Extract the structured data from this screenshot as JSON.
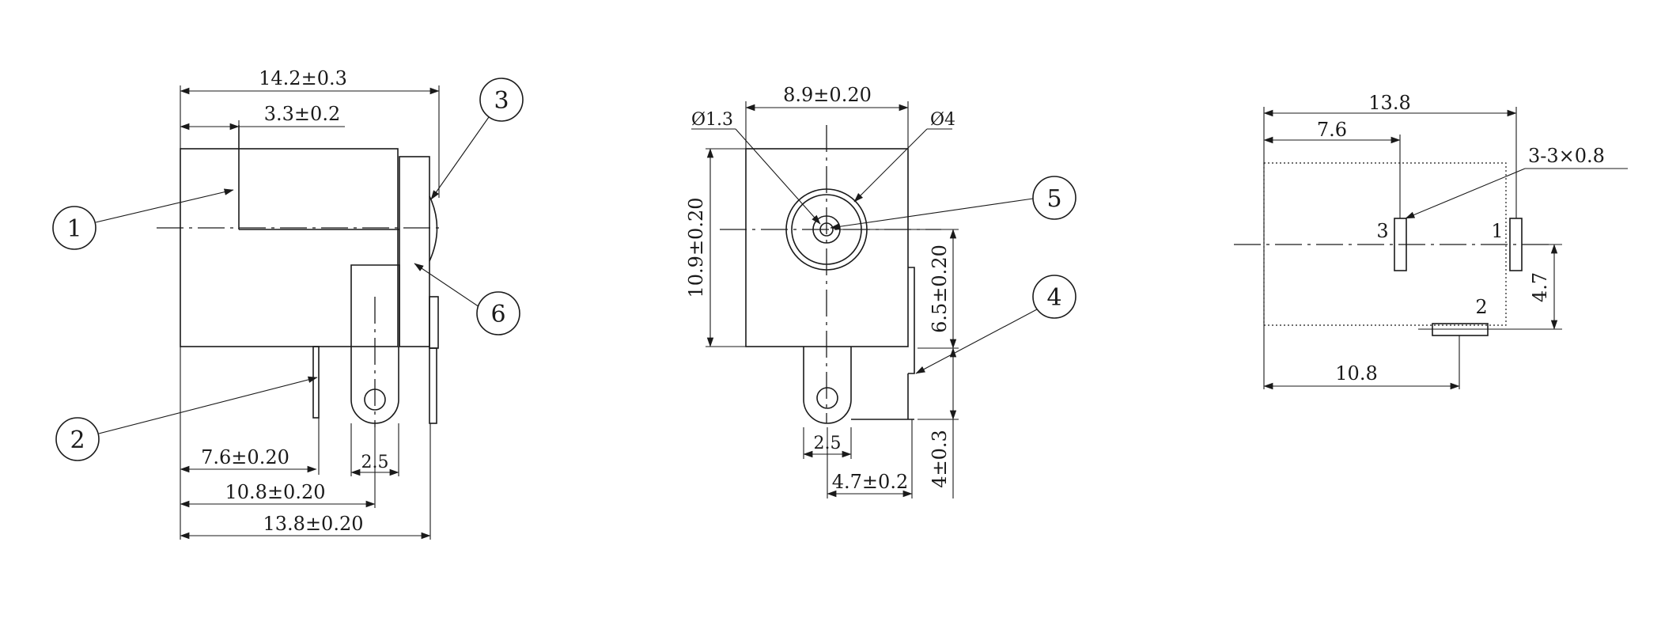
{
  "colors": {
    "line": "#1a1a1a",
    "background": "#ffffff"
  },
  "side_view": {
    "dim_overall_length": "14.2±0.3",
    "dim_front_ring": "3.3±0.2",
    "dim_pin2": "7.6±0.20",
    "dim_pin3": "10.8±0.20",
    "dim_body": "13.8±0.20",
    "dim_tab": "2.5",
    "callouts": [
      "1",
      "2",
      "3",
      "6"
    ]
  },
  "front_view": {
    "dim_width": "8.9±0.20",
    "dim_height": "10.9±0.20",
    "dim_center_height": "6.5±0.20",
    "dim_pin_length": "4±0.3",
    "dim_tab": "2.5",
    "dim_pin_offset": "4.7±0.2",
    "dia_pin": "Ø1.3",
    "dia_hole": "Ø4",
    "callouts": [
      "5",
      "4"
    ]
  },
  "bottom_view": {
    "dim_body": "13.8",
    "dim_pin3": "7.6",
    "dim_pin2": "10.8",
    "dim_pin_spacing": "4.7",
    "slot_note": "3-3×0.8",
    "pins": [
      "3",
      "1",
      "2"
    ]
  }
}
